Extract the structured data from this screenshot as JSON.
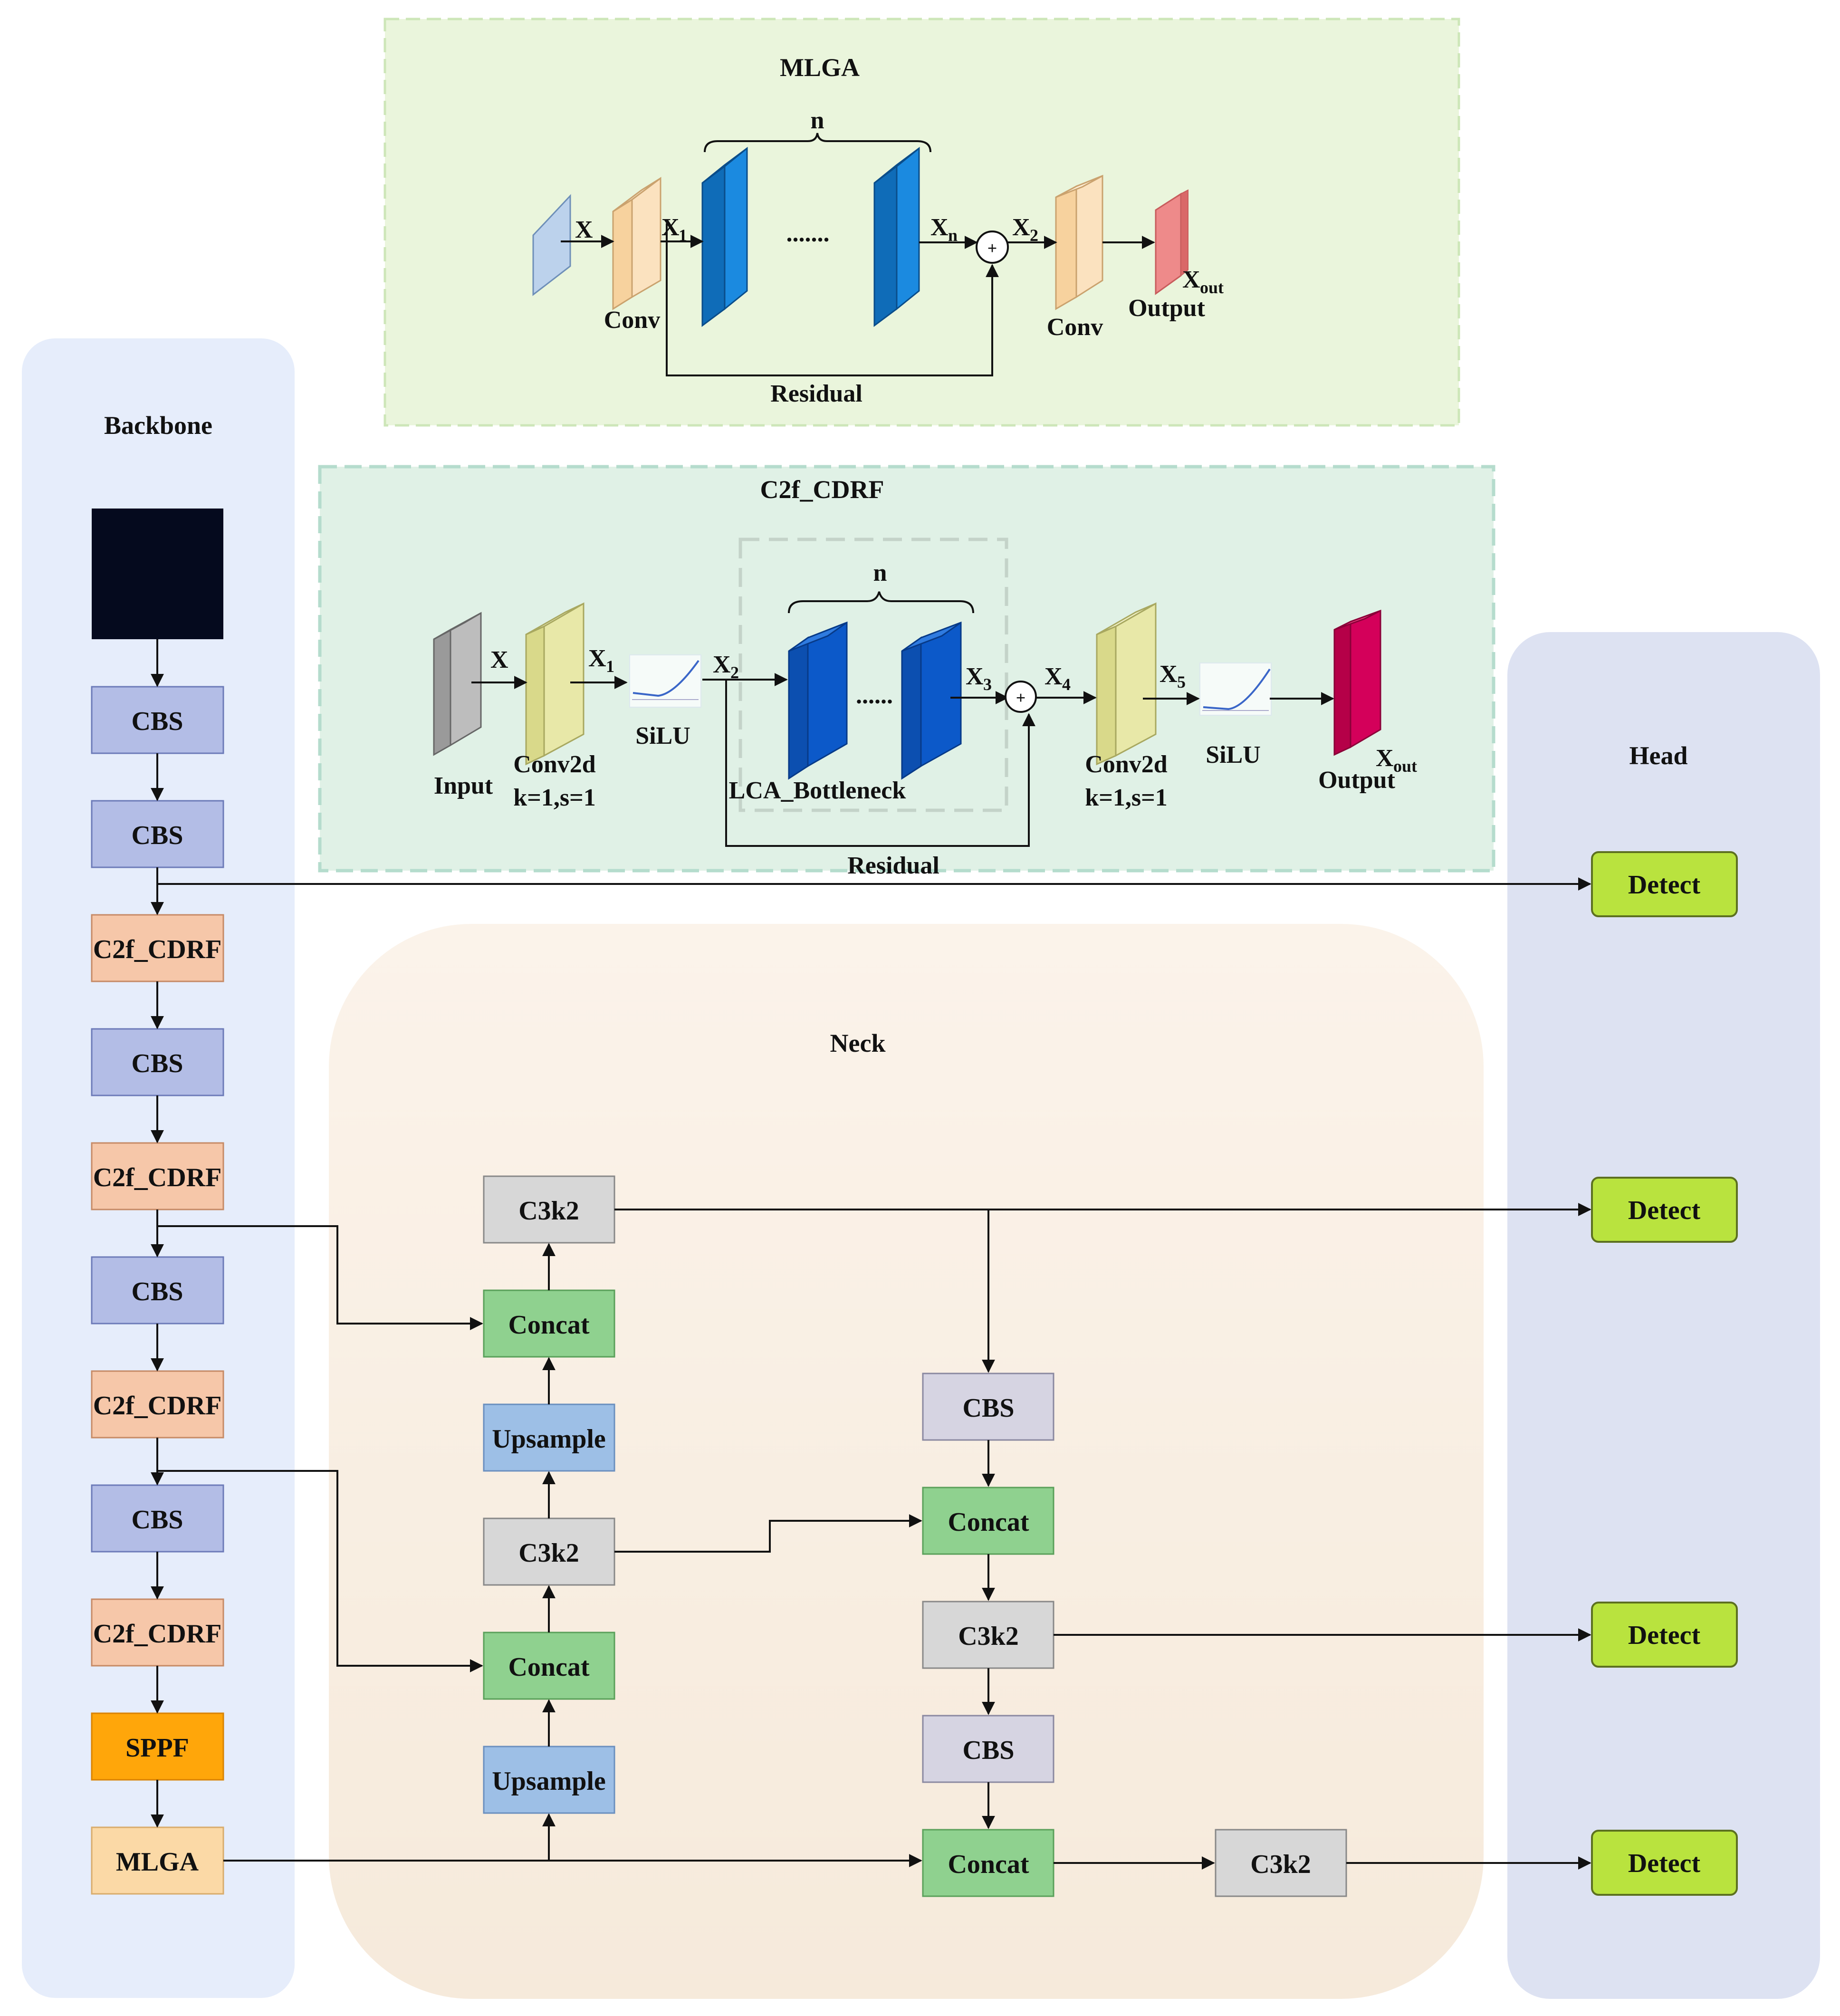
{
  "regions": {
    "mlga_title": "MLGA",
    "c2f_title": "C2f_CDRF",
    "backbone_title": "Backbone",
    "neck_title": "Neck",
    "head_title": "Head"
  },
  "mlga": {
    "n": "n",
    "x": "X",
    "x1_base": "X",
    "x1_sub": "1",
    "xn_base": "X",
    "xn_sub": "n",
    "x2_base": "X",
    "x2_sub": "2",
    "xout_base": "X",
    "xout_sub": "out",
    "conv_left": "Conv",
    "conv_right": "Conv",
    "output": "Output",
    "residual": "Residual",
    "dots": ".......",
    "plus": "+"
  },
  "c2f": {
    "n": "n",
    "x": "X",
    "x1_base": "X",
    "x1_sub": "1",
    "x2_base": "X",
    "x2_sub": "2",
    "x3_base": "X",
    "x3_sub": "3",
    "x4_base": "X",
    "x4_sub": "4",
    "x5_base": "X",
    "x5_sub": "5",
    "xout_base": "X",
    "xout_sub": "out",
    "input": "Input",
    "conv2d_left": "Conv2d",
    "conv2d_left_params": "k=1,s=1",
    "conv2d_right": "Conv2d",
    "conv2d_right_params": "k=1,s=1",
    "silu_left": "SiLU",
    "silu_right": "SiLU",
    "bottleneck": "LCA_Bottleneck",
    "output": "Output",
    "residual": "Residual",
    "dots": "......",
    "plus": "+"
  },
  "backbone": {
    "blocks": [
      "CBS",
      "CBS",
      "C2f_CDRF",
      "CBS",
      "C2f_CDRF",
      "CBS",
      "C2f_CDRF",
      "CBS",
      "C2f_CDRF",
      "SPPF",
      "MLGA"
    ]
  },
  "neck": {
    "left_column": [
      "C3k2",
      "Concat",
      "Upsample",
      "C3k2",
      "Concat",
      "Upsample"
    ],
    "right_column": [
      "CBS",
      "Concat",
      "C3k2",
      "CBS",
      "Concat"
    ],
    "bottom_c3k2": "C3k2"
  },
  "head": {
    "detect_labels": [
      "Detect",
      "Detect",
      "Detect",
      "Detect"
    ]
  },
  "colors": {
    "mlga_bg": "#eaf5dc",
    "c2f_bg": "#e0f1e6",
    "backbone_bg": "#e6edfb",
    "neck_bg": "#faf1e6",
    "head_bg": "#dde2f2",
    "cbs": "#b3bde6",
    "c2f_cdrf": "#f6c7a9",
    "sppf": "#ffa60a",
    "mlga_block": "#fbd9a6",
    "c3k2": "#d7d7d7",
    "concat": "#8fd18f",
    "upsample": "#9dbfe6",
    "neck_cbs": "#d6d4e2",
    "detect": "#b9e33e",
    "feature_blue": "#1279d0",
    "feature_blue_dark": "#0c59c9",
    "output_pink": "#ee8a8a",
    "output_crimson": "#d4005a"
  }
}
